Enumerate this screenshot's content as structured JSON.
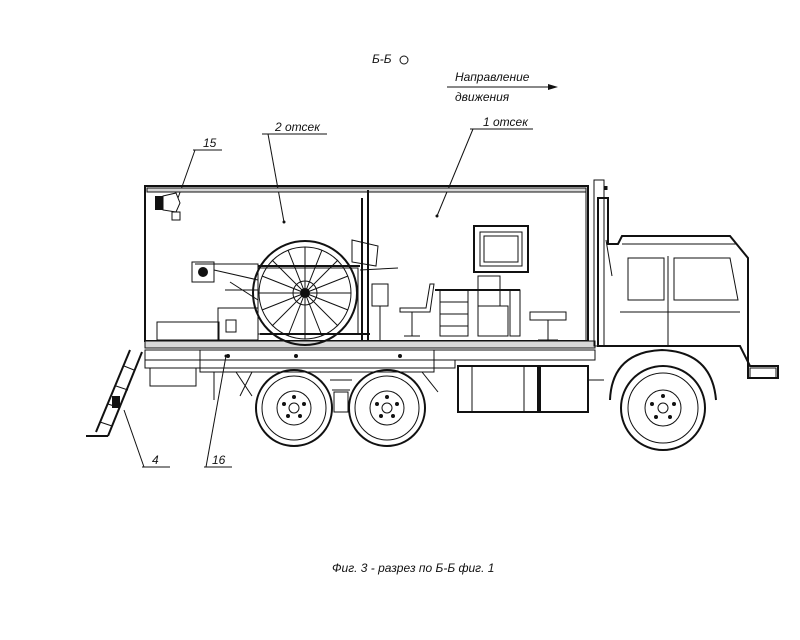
{
  "section": {
    "label": "Б-Б"
  },
  "direction": {
    "line1": "Направление",
    "line2": "движения"
  },
  "compartments": {
    "second": "2 отсек",
    "first": "1 отсек"
  },
  "callouts": {
    "c15": "15",
    "c4": "4",
    "c16": "16"
  },
  "caption": "Фиг. 3  - разрез по Б-Б фиг. 1"
}
